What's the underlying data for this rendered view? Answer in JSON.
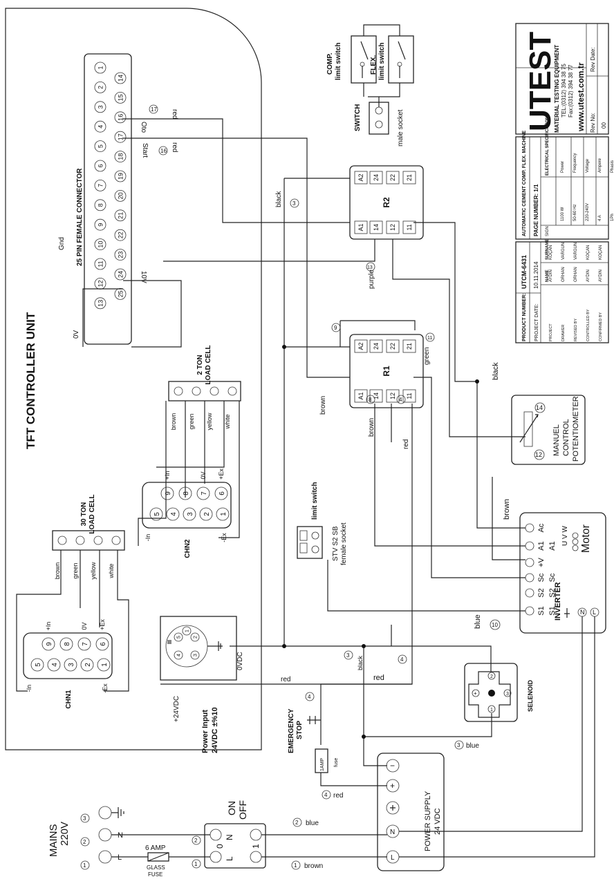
{
  "controller": {
    "title": "TFT CONTROLLER UNIT",
    "connector_title": "25 PIN FEMALE CONNECTOR",
    "pins_row_a": [
      "1",
      "2",
      "3",
      "4",
      "5",
      "6",
      "7",
      "8",
      "9",
      "10",
      "11",
      "12",
      "13"
    ],
    "pins_row_b": [
      "14",
      "15",
      "16",
      "17",
      "18",
      "19",
      "20",
      "21",
      "22",
      "23",
      "24",
      "25"
    ],
    "sig_oto": "Oto",
    "sig_start": "Start",
    "sig_10v": "10V",
    "sig_gnd": "Gnd",
    "sig_0v": "0V",
    "num_17": "17",
    "num_16": "16",
    "num_13": "13"
  },
  "loadcell30": {
    "title1": "30 TON",
    "title2": "LOAD CELL",
    "wires": [
      "brown",
      "green",
      "yellow",
      "white"
    ],
    "connector": "CHN1",
    "pins_top": [
      "9",
      "8",
      "7",
      "6"
    ],
    "pins_bottom": [
      "5",
      "4",
      "3",
      "2",
      "1"
    ],
    "l_in_p": "+In",
    "l_0v": "0V",
    "l_ex_p": "+Ex",
    "l_in_m": "-In",
    "l_ex_m": "-Ex"
  },
  "loadcell2": {
    "title1": "2 TON",
    "title2": "LOAD CELL",
    "wires": [
      "brown",
      "green",
      "yellow",
      "white"
    ],
    "connector": "CHN2",
    "pins_top": [
      "9",
      "8",
      "7",
      "6"
    ],
    "pins_bottom": [
      "5",
      "4",
      "3",
      "2",
      "1"
    ],
    "l_in_p": "+In",
    "l_0v": "0V",
    "l_ex_p": "+Ex",
    "l_in_m": "-In",
    "l_ex_m": "-Ex"
  },
  "power_input": {
    "title1": "Power Input",
    "title2": "24VDC ±%10",
    "plus": "+24VDC",
    "zero": "0VDC",
    "pins": [
      "1",
      "2",
      "3",
      "4",
      "5"
    ]
  },
  "relays": {
    "r2": {
      "name": "R2",
      "terms": [
        "A2",
        "24",
        "22",
        "21",
        "A1",
        "14",
        "12",
        "11"
      ]
    },
    "r1": {
      "name": "R1",
      "terms": [
        "A2",
        "24",
        "22",
        "21",
        "A1",
        "14",
        "12",
        "11"
      ]
    }
  },
  "switches": {
    "comp1": "COMP.",
    "comp2": "limit switch",
    "flex1": "FLEX.",
    "flex2": "limit switch",
    "switch": "SWITCH",
    "male": "male socket",
    "ls": "limit switch",
    "stv": "STV S2 SB",
    "female": "female socket"
  },
  "potentiometer": {
    "l1": "MANUEL",
    "l2": "CONTROL",
    "l3": "POTENTIOMETER",
    "n14": "14",
    "n12": "12"
  },
  "inverter": {
    "title": "INVERTER",
    "motor": "Motor",
    "uvw": "U V W",
    "terms": [
      "Ac",
      "A1",
      "+V",
      "Sc",
      "S2",
      "S1"
    ],
    "terms2": [
      "A1",
      "Sc"
    ]
  },
  "selenoid": {
    "title": "SELENOID",
    "n1": "1",
    "n2": "2",
    "n3": "3"
  },
  "estop": {
    "l1": "EMERGENCY",
    "l2": "STOP",
    "fuse_val": "1AMP",
    "fuse": "fuse"
  },
  "psu": {
    "l1": "POWER SUPPLY",
    "l2": "24 VDC",
    "minus": "−",
    "plus": "+"
  },
  "mains": {
    "l1": "MAINS",
    "l2": "220V",
    "L": "L",
    "N": "N",
    "fuse_val": "6 AMP",
    "glass": "GLASS",
    "fuse": "FUSE",
    "on": "ON",
    "off": "OFF",
    "zero": "0",
    "one": "1",
    "n1": "1",
    "n2": "2",
    "n3": "3"
  },
  "wires": {
    "red": "red",
    "black": "black",
    "purple": "purple",
    "brown": "brown",
    "green": "green",
    "blue": "blue",
    "n3": "3",
    "n4": "4",
    "n8": "8",
    "n9": "9",
    "n10": "10",
    "n11": "11",
    "n1": "1",
    "n2": "2"
  },
  "titleblock": {
    "logo": "UTEST",
    "company": "MATERIAL TESTING EQUIPMENT",
    "tel": "TEL:(0312) 394 38 75",
    "fax": "Fax:(0312) 394 38 77",
    "web": "www.utest.com.tr",
    "rev_no_label": "Rev No:",
    "rev_no": "00",
    "rev_date_label": "Rev Date:",
    "machine": "AUTOMATIC CEMENT COMP. FLEX. MACHINE",
    "page_number": "PAGE NUMBER: 1/1",
    "product_label": "PRODUCT NUMBER:",
    "product": "UTCM-6431",
    "date_label": "PROJECT DATE:",
    "date": "10.11.2014",
    "col_name": "NAME",
    "col_surname": "SURNAME",
    "col_sign": "SIGN",
    "rows": [
      {
        "role": "PROJECT",
        "name": "AYDIN",
        "surname": "KOÇAN"
      },
      {
        "role": "DRAWER",
        "name": "ORHAN",
        "surname": "VARGUN"
      },
      {
        "role": "REVISED BY",
        "name": "ORHAN",
        "surname": "VARGUN"
      },
      {
        "role": "CONTROLLED BY",
        "name": "AYDIN",
        "surname": "KOÇAN"
      },
      {
        "role": "CONFIRMED BY",
        "name": "AYDIN",
        "surname": "KOÇAN"
      }
    ],
    "spec_title": "ELECTRICAL SPECIFICATIONS",
    "specs": [
      {
        "k": "Power",
        "v": "1100 W"
      },
      {
        "k": "Frequency",
        "v": "50-60 Hz"
      },
      {
        "k": "Voltage",
        "v": "220-240V"
      },
      {
        "k": "Ampere",
        "v": "4 A"
      },
      {
        "k": "Phasis",
        "v": "1Ph"
      }
    ]
  }
}
